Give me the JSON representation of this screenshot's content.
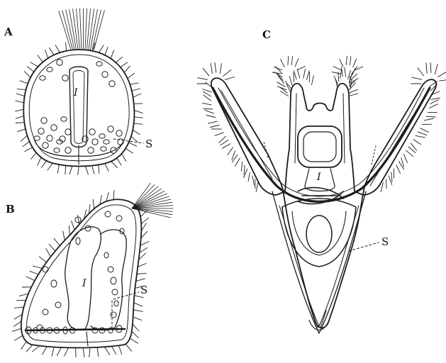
{
  "figure": {
    "panels": [
      {
        "id": "A",
        "label": "A",
        "parts": {
          "intestine": "I",
          "skeleton": "S"
        }
      },
      {
        "id": "B",
        "label": "B",
        "parts": {
          "intestine": "I",
          "skeleton": "S"
        }
      },
      {
        "id": "C",
        "label": "C",
        "parts": {
          "intestine": "I",
          "skeleton": "S"
        }
      }
    ],
    "colors": {
      "ink": "#1c1c1c",
      "paper": "#ffffff"
    }
  }
}
